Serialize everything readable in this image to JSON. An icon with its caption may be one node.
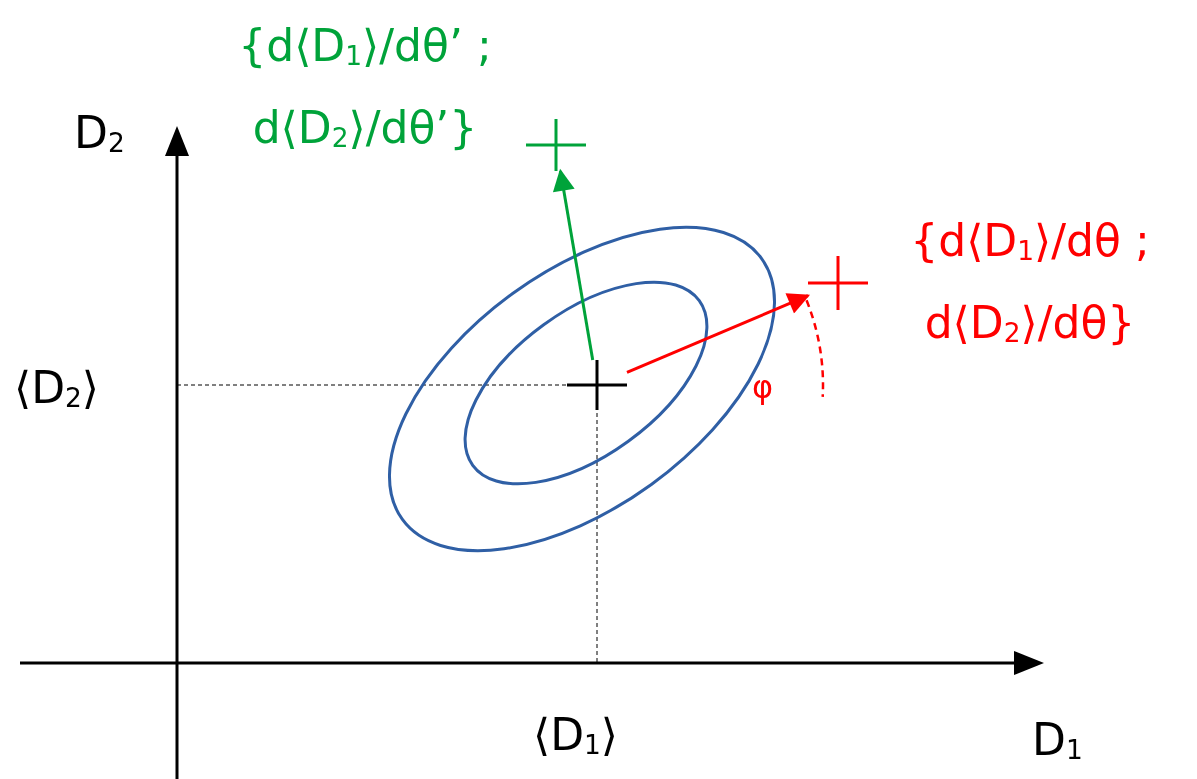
{
  "diagram": {
    "nodes": [
      {
        "text": [],
        "shape": "cross"
      },
      {
        "text": [],
        "shape": "cross",
        "beside": [
          "{d⟨D$_{1}$⟩/dθ’ ; d⟨D$_{2}$⟩/dθ’}"
        ]
      },
      {
        "text": [],
        "shape": "cross",
        "beside": [
          "{d⟨D$_{1}$⟩/dθ ; d⟨D$_{2}$⟩/dθ}"
        ]
      }
    ],
    "edges": [
      {
        "from": 0,
        "to": 1,
        "arrow": "to",
        "color": "#00a33a"
      },
      {
        "from": 0,
        "to": 2,
        "arrow": "to",
        "color": "#ff0000"
      }
    ],
    "labels": [
      "D$_{2}$",
      "⟨D$_{2}$⟩",
      "φ",
      "⟨D$_{1}$⟩",
      "D$_{1}$"
    ]
  }
}
